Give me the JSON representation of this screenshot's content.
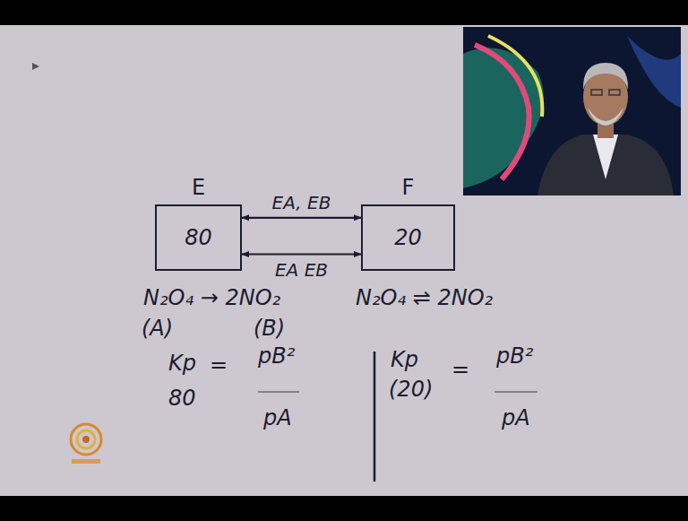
{
  "diagram": {
    "nodes": [
      {
        "text": [
          "E",
          "80"
        ]
      },
      {
        "text": [
          "F",
          "20"
        ]
      }
    ],
    "edges": [
      {
        "from": 0,
        "to": 1,
        "arrow": "both",
        "label": "EA, EB"
      },
      {
        "from": 0,
        "to": 1,
        "arrow": "both",
        "label": "EA EB"
      }
    ],
    "labels": [
      "N₂O₄ → 2NO₂",
      "(A)",
      "(B)",
      "N₂O₄ ⇌ 2NO₂",
      "Kp",
      "=",
      "80",
      "pB²",
      "pA",
      "Kp",
      "(20)",
      "=",
      "pB²",
      "pA"
    ]
  }
}
